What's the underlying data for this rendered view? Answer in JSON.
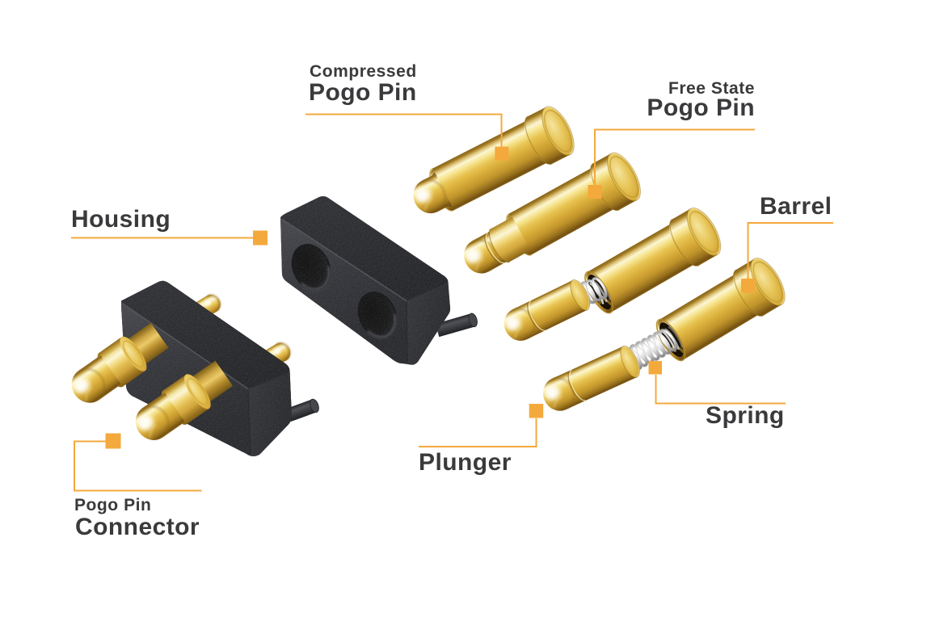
{
  "diagram": {
    "subject": "Pogo Pin Connector",
    "background": "#FFFFFF"
  },
  "labels": {
    "compressed_pin": {
      "line1": "Compressed",
      "line2": "Pogo Pin"
    },
    "free_state_pin": {
      "line1": "Free State",
      "line2": "Pogo Pin"
    },
    "housing": "Housing",
    "barrel": "Barrel",
    "spring": "Spring",
    "plunger": "Plunger",
    "connector": {
      "line1": "Pogo Pin",
      "line2": "Connector"
    }
  },
  "colors": {
    "accent_orange": "#F4A93C",
    "label_text": "#3A3A3C",
    "gold": "#E2BB50",
    "plastic_black": "#2C2D30",
    "spring_silver": "#C6C6C6"
  }
}
